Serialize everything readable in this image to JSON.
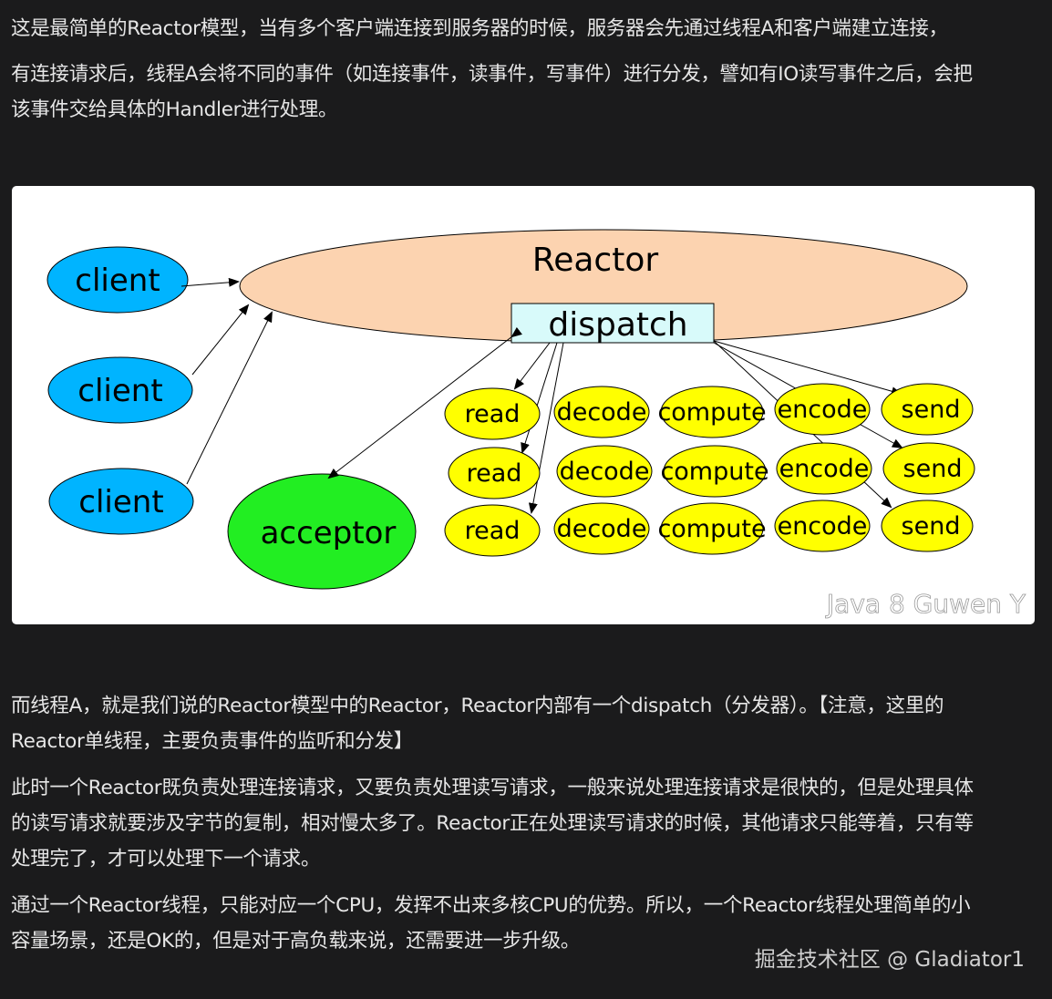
{
  "paragraphs_top": [
    "这是最简单的Reactor模型，当有多个客户端连接到服务器的时候，服务器会先通过线程A和客户端建立连接，",
    "有连接请求后，线程A会将不同的事件（如连接事件，读事件，写事件）进行分发，譬如有IO读写事件之后，会把",
    "该事件交给具体的Handler进行处理。"
  ],
  "diagram": {
    "reactor_label": "Reactor",
    "dispatch_label": "dispatch",
    "clients": [
      "client",
      "client",
      "client"
    ],
    "acceptor_label": "acceptor",
    "handler_rows": [
      [
        "read",
        "decode",
        "compute",
        "encode",
        "send"
      ],
      [
        "read",
        "decode",
        "compute",
        "encode",
        "send"
      ],
      [
        "read",
        "decode",
        "compute",
        "encode",
        "send"
      ]
    ],
    "watermark": "Java 8 Guwen Y",
    "colors": {
      "reactor": "#fcd3b0",
      "client": "#00b4ff",
      "acceptor": "#22ee22",
      "handler": "#ffff00",
      "dispatch": "#d8fafa"
    }
  },
  "paragraphs_bottom": [
    "而线程A，就是我们说的Reactor模型中的Reactor，Reactor内部有一个dispatch（分发器）。【注意，这里的",
    "Reactor单线程，主要负责事件的监听和分发】",
    "此时一个Reactor既负责处理连接请求，又要负责处理读写请求，一般来说处理连接请求是很快的，但是处理具体",
    "的读写请求就要涉及字节的复制，相对慢太多了。Reactor正在处理读写请求的时候，其他请求只能等着，只有等",
    "处理完了，才可以处理下一个请求。",
    "通过一个Reactor线程，只能对应一个CPU，发挥不出来多核CPU的优势。所以，一个Reactor线程处理简单的小",
    "容量场景，还是OK的，但是对于高负载来说，还需要进一步升级。"
  ],
  "footer": "掘金技术社区 @ Gladiator1"
}
